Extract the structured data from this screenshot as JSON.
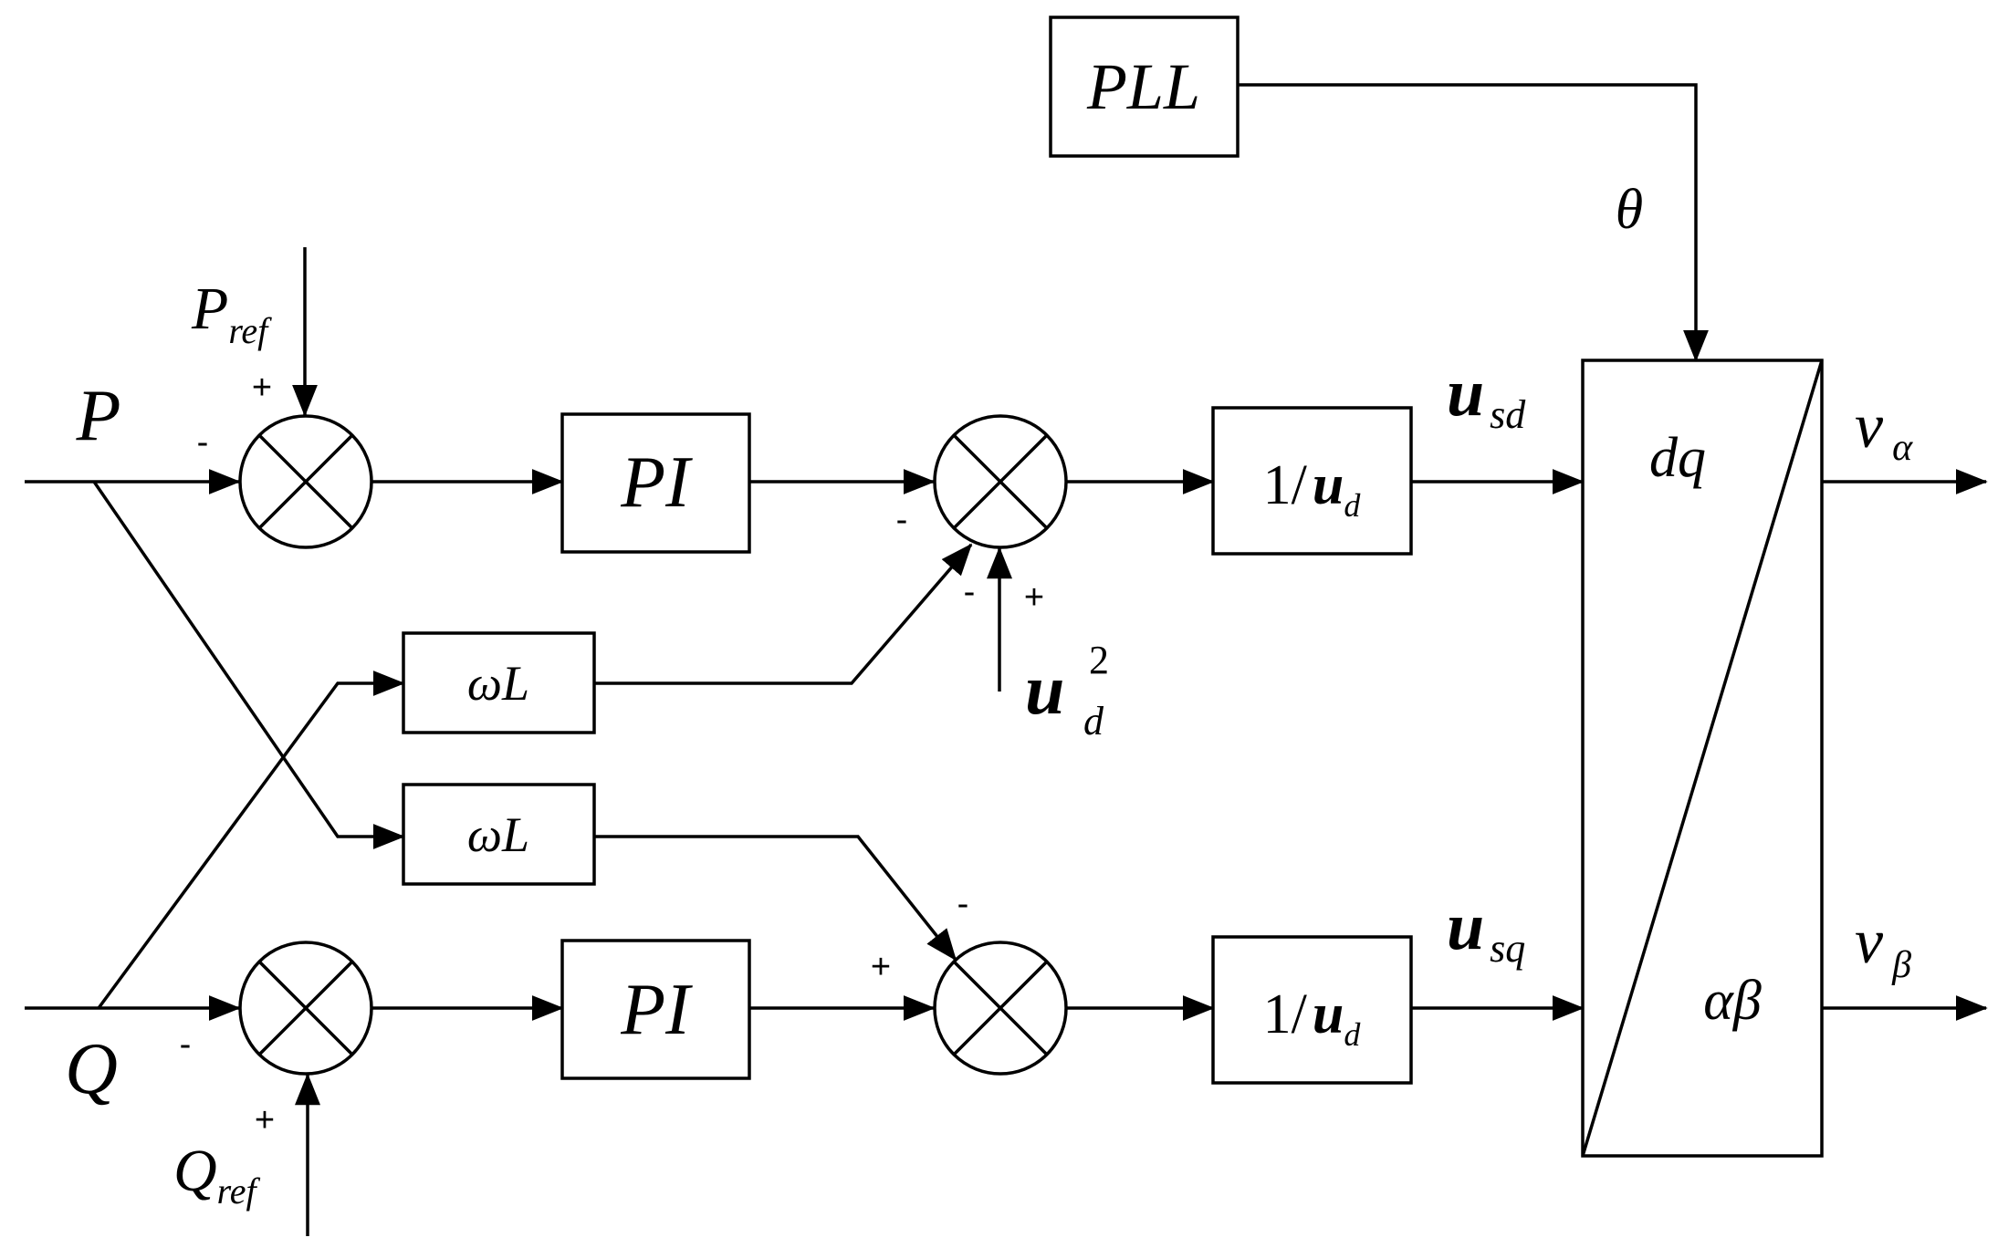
{
  "blocks": {
    "pll": "PLL",
    "pi_top": "PI",
    "pi_bottom": "PI",
    "wl_top": "ωL",
    "wl_bottom": "ωL",
    "inv_top": {
      "num": "1/",
      "var": "u",
      "sub": "d"
    },
    "inv_bottom": {
      "num": "1/",
      "var": "u",
      "sub": "d"
    },
    "transform_top": "dq",
    "transform_bottom": "αβ"
  },
  "signals": {
    "p": "P",
    "q": "Q",
    "p_ref": {
      "main": "P",
      "sub": "ref"
    },
    "q_ref": {
      "main": "Q",
      "sub": "ref"
    },
    "theta": "θ",
    "u_sd": {
      "main": "u",
      "sub": "sd"
    },
    "u_sq": {
      "main": "u",
      "sub": "sq"
    },
    "ud2": {
      "main": "u",
      "sup": "2",
      "sub": "d"
    },
    "v_alpha": {
      "main": "v",
      "sub": "α"
    },
    "v_beta": {
      "main": "v",
      "sub": "β"
    }
  },
  "signs": {
    "sum1_ref": "+",
    "sum1_fb": "-",
    "sum2_pi": "-",
    "sum2_wl": "-",
    "sum2_ud": "+",
    "sum3_pi": "+",
    "sum3_wl": "-",
    "sum4_fb": "-",
    "sum4_ref": "+"
  }
}
